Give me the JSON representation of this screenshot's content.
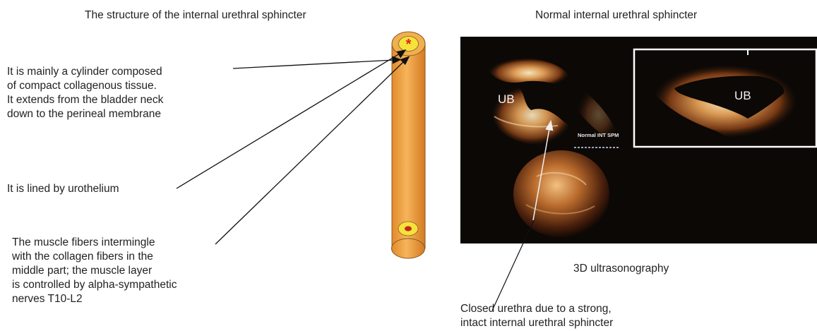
{
  "left_panel": {
    "title": "The structure of the internal urethral sphincter",
    "annotation_cylinder": {
      "lines": [
        "It is mainly a cylinder composed",
        "of compact collagenous tissue.",
        "It extends from the bladder neck",
        "down to the perineal membrane"
      ]
    },
    "annotation_lining": "It is lined by urothelium",
    "annotation_muscle": {
      "lines": [
        "The muscle fibers intermingle",
        "with the collagen fibers in the",
        "middle part; the muscle layer",
        "is controlled by alpha-sympathetic",
        "nerves T10-L2"
      ]
    },
    "lumen_marker": "*"
  },
  "right_panel": {
    "title": "Normal internal urethral sphincter",
    "image_label_left": "UB",
    "image_label_inset": "UB",
    "image_small_label": "Normal INT SPM",
    "caption": "3D ultrasonography",
    "closed_urethra_note": {
      "lines": [
        "Closed urethra due to a strong,",
        "intact internal urethral sphincter"
      ]
    }
  },
  "colors": {
    "tube_fill": "#f0a040",
    "tube_outline": "#8a5a20",
    "lumen_yellow": "#f5e23a",
    "lumen_red": "#c0281e",
    "asterisk_red": "#e02020",
    "arrow": "#111111",
    "ultrasound_bg": "#0b0806"
  }
}
